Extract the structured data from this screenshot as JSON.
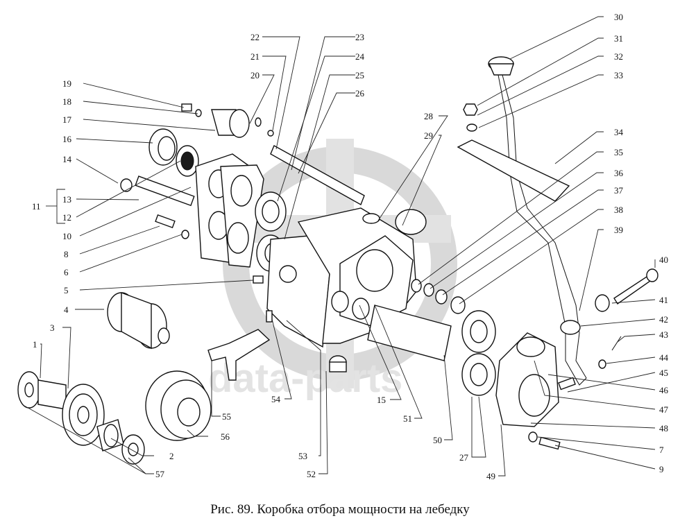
{
  "caption": "Рис. 89. Коробка отбора мощности на лебедку",
  "watermark": "data-parts",
  "callout_numbers": [
    "1",
    "2",
    "3",
    "4",
    "5",
    "6",
    "7",
    "8",
    "9",
    "10",
    "11",
    "12",
    "13",
    "14",
    "15",
    "16",
    "17",
    "18",
    "19",
    "20",
    "21",
    "22",
    "23",
    "24",
    "25",
    "26",
    "27",
    "28",
    "29",
    "30",
    "31",
    "32",
    "33",
    "34",
    "35",
    "36",
    "37",
    "38",
    "39",
    "40",
    "41",
    "42",
    "43",
    "44",
    "45",
    "46",
    "47",
    "48",
    "49",
    "50",
    "51",
    "52",
    "53",
    "54",
    "55",
    "56",
    "57"
  ]
}
